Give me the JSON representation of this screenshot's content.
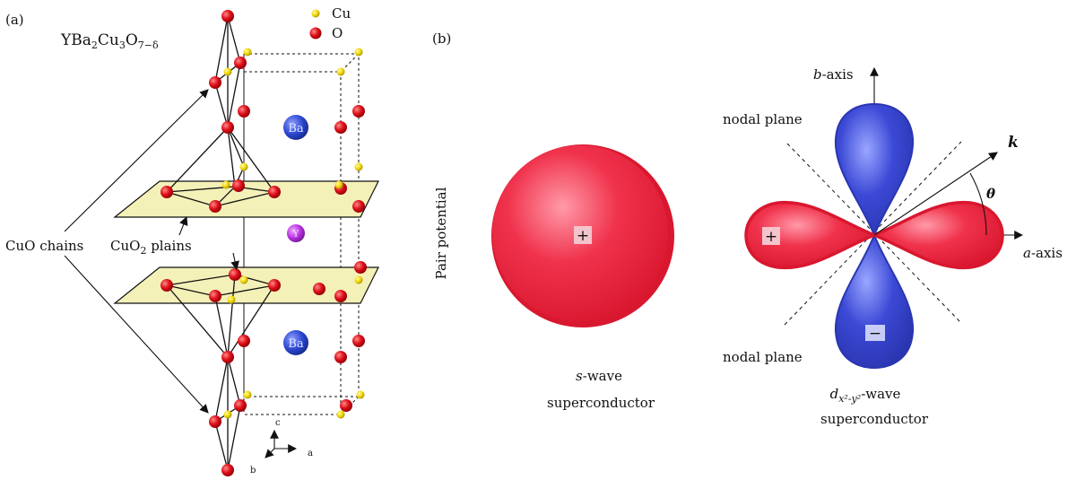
{
  "panel_a": {
    "label": "(a)",
    "formula": {
      "base": "YBa",
      "s1": "2",
      "mid1": "Cu",
      "s2": "3",
      "mid2": "O",
      "s3": "7−δ"
    },
    "legend": [
      {
        "element": "Cu",
        "color": "#f0d800"
      },
      {
        "element": "O",
        "color": "#e0121b"
      }
    ],
    "atom_labels": {
      "ba_top": "Ba",
      "y": "Y",
      "ba_bottom": "Ba"
    },
    "annotations": {
      "cuo_chains": "CuO chains",
      "cuo2_base": "CuO",
      "cuo2_sub": "2",
      "cuo2_rest": " plains"
    },
    "axes": {
      "c": "c",
      "a": "a",
      "b": "b"
    },
    "colors": {
      "plane": "#f4f1b8",
      "ba": "#2c46d0",
      "y": "#b52ee0",
      "oxygen": "#e0121b",
      "copper": "#f0d800"
    }
  },
  "panel_b": {
    "label": "(b)",
    "y_axis_label": "Pair potential",
    "s_wave": {
      "sign": "+",
      "caption_italic": "s",
      "caption_rest": "-wave",
      "caption_line2": "superconductor"
    },
    "d_wave": {
      "plus_sign": "+",
      "minus_sign": "−",
      "b_axis_italic": "b",
      "b_axis_rest": "-axis",
      "a_axis_italic": "a",
      "a_axis_rest": "-axis",
      "k_label": "k",
      "theta_label": "θ",
      "nodal_top": "nodal plane",
      "nodal_bottom": "nodal plane",
      "caption_d": "d",
      "caption_sub": "x²-y²",
      "caption_rest": "-wave",
      "caption_line2": "superconductor"
    },
    "colors": {
      "positive": "#f0324c",
      "negative": "#3b49d6"
    }
  }
}
